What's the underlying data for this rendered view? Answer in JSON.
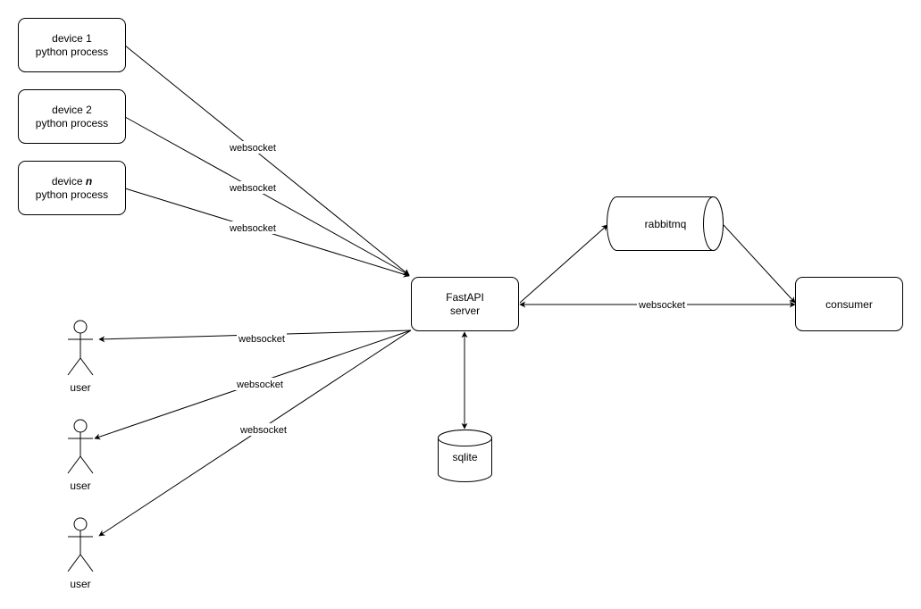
{
  "devices": [
    {
      "line1": "device 1",
      "line2": "python process",
      "italic_suffix": ""
    },
    {
      "line1": "device 2",
      "line2": "python process",
      "italic_suffix": ""
    },
    {
      "line1": "device ",
      "line2": "python process",
      "italic_suffix": "n"
    }
  ],
  "server": {
    "line1": "FastAPI",
    "line2": "server"
  },
  "queue": {
    "label": "rabbitmq"
  },
  "consumer": {
    "label": "consumer"
  },
  "database": {
    "label": "sqlite"
  },
  "users": [
    {
      "label": "user"
    },
    {
      "label": "user"
    },
    {
      "label": "user"
    }
  ],
  "edge_labels": {
    "device_1": "websocket",
    "device_2": "websocket",
    "device_n": "websocket",
    "user_1": "websocket",
    "user_2": "websocket",
    "user_3": "websocket",
    "consumer": "websocket"
  }
}
